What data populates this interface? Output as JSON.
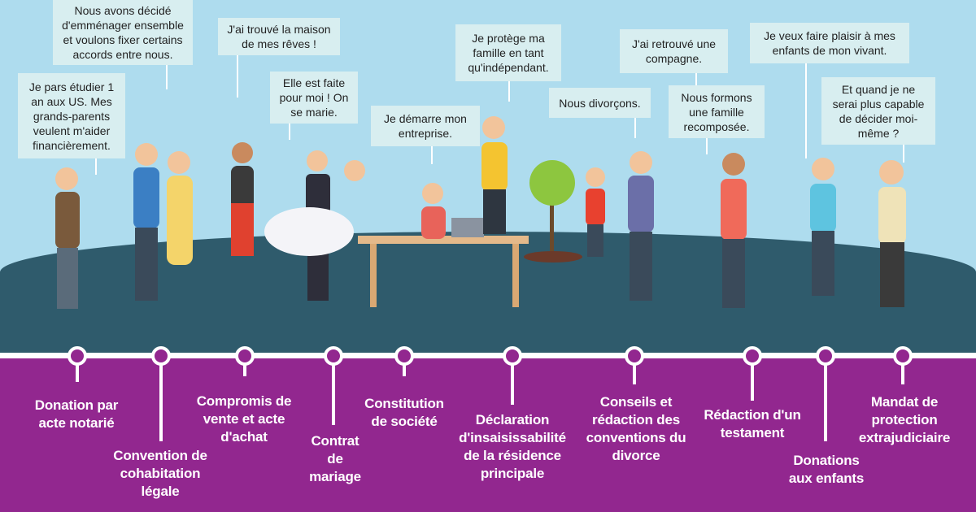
{
  "speech_bubbles": [
    "Je pars étudier 1 an aux US. Mes grands-parents veulent m'aider financièrement.",
    "Nous avons décidé d'emménager ensemble et voulons fixer certains accords entre nous.",
    "J'ai trouvé la maison de mes rêves !",
    "Elle est faite pour moi ! On se marie.",
    "Je démarre mon entreprise.",
    "Je protège ma famille en tant qu'indépendant.",
    "Nous divorçons.",
    "J'ai retrouvé une compagne.",
    "Nous formons une famille recomposée.",
    "Je veux faire plaisir à mes enfants de mon vivant.",
    "Et quand je ne serai plus capable de décider moi-même ?"
  ],
  "timeline": [
    "Donation par acte notarié",
    "Convention de cohabitation légale",
    "Compromis de vente et acte d'achat",
    "Contrat de mariage",
    "Constitution de société",
    "Déclaration d'insaisissabilité de la résidence principale",
    "Conseils et rédaction des conventions du divorce",
    "Rédaction d'un testament",
    "Donations aux enfants",
    "Mandat de protection extrajudiciaire"
  ],
  "colors": {
    "sky": "#aedcee",
    "ground": "#2f5b6c",
    "band": "#92278f",
    "bubble": "#d8eef0"
  }
}
